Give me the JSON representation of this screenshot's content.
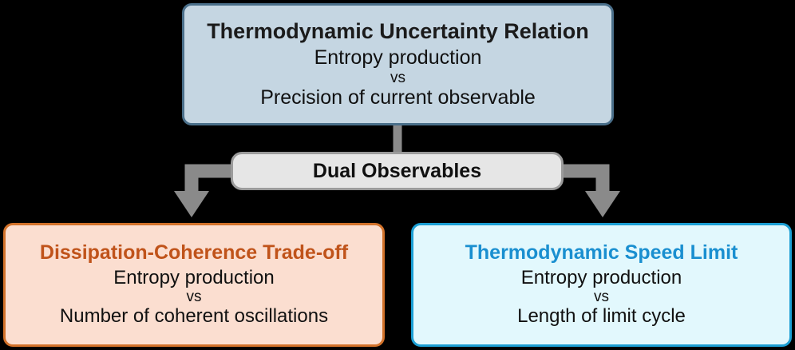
{
  "diagram": {
    "title": "Thermodynamic Uncertainty Relation dual observables diagram",
    "background_color": "#000000",
    "nodes": {
      "tur": {
        "title": "Thermodynamic Uncertainty Relation",
        "line1": "Entropy production",
        "vs": "vs",
        "line2": "Precision of current observable",
        "fill_color": "#c5d6e2",
        "border_color": "#4a6f8a",
        "title_color": "#1b1b1b"
      },
      "dual": {
        "title": "Dual Observables",
        "fill_color": "#e6e6e6",
        "border_color": "#9b9b9b"
      },
      "trade_off": {
        "title": "Dissipation-Coherence Trade-off",
        "line1": "Entropy production",
        "vs": "vs",
        "line2": "Number of coherent oscillations",
        "fill_color": "#fbded0",
        "border_color": "#d2722a",
        "title_color": "#c0531a"
      },
      "speed_limit": {
        "title": "Thermodynamic Speed Limit",
        "line1": "Entropy production",
        "vs": "vs",
        "line2": "Length of limit cycle",
        "fill_color": "#e2f8fd",
        "border_color": "#1b9fd4",
        "title_color": "#1a8fd0"
      }
    },
    "connectors": {
      "color": "#8a8a8a",
      "vertical_label": "vertical-connector-tur-to-dual",
      "left_label": "arrow-dual-to-trade-off",
      "right_label": "arrow-dual-to-speed-limit"
    }
  }
}
